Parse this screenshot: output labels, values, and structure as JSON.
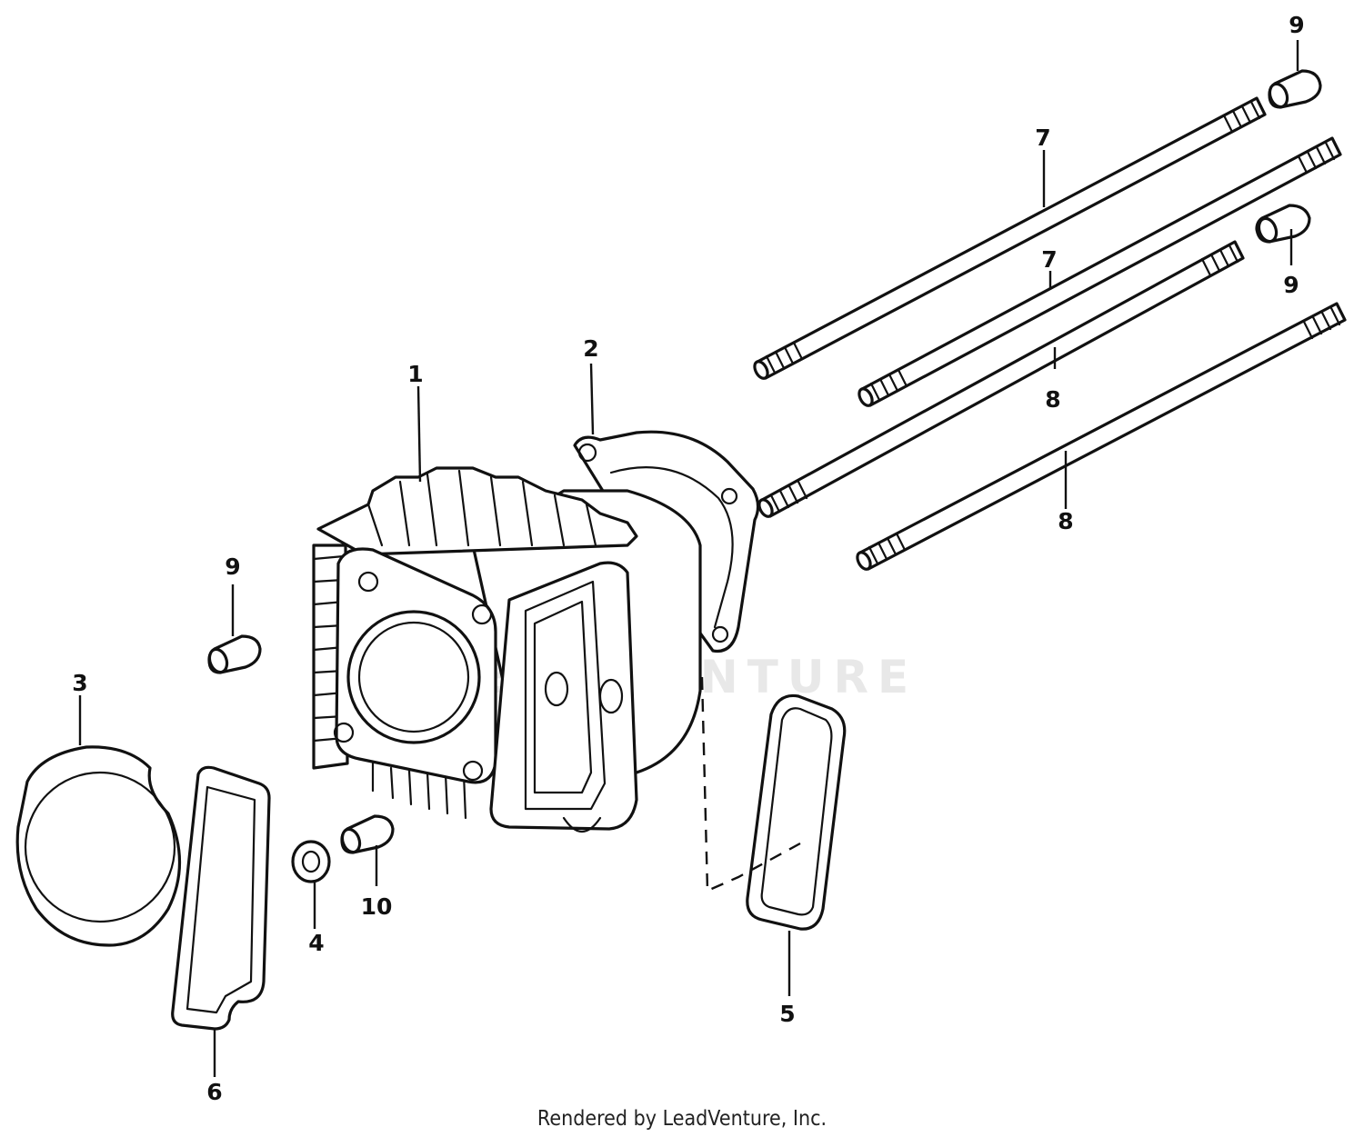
{
  "watermark": "LEADVENTURE",
  "footer": "Rendered by LeadVenture, Inc.",
  "callouts": {
    "c1": "1",
    "c2": "2",
    "c3": "3",
    "c4": "4",
    "c5": "5",
    "c6": "6",
    "c7a": "7",
    "c7b": "7",
    "c8a": "8",
    "c8b": "8",
    "c9a": "9",
    "c9b": "9",
    "c9c": "9",
    "c10": "10"
  }
}
